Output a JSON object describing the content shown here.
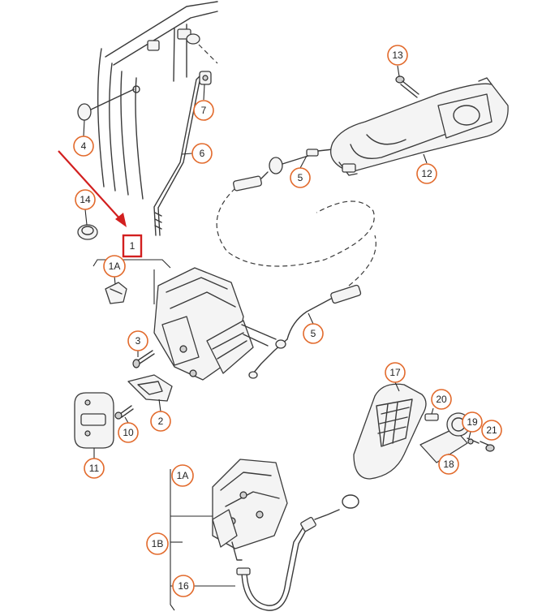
{
  "callouts": {
    "c1": "1",
    "c1a_top": "1A",
    "c1a_bottom": "1A",
    "c1b": "1B",
    "c2": "2",
    "c3": "3",
    "c4": "4",
    "c5_top": "5",
    "c5_mid": "5",
    "c6": "6",
    "c7": "7",
    "c10": "10",
    "c11": "11",
    "c12": "12",
    "c13": "13",
    "c14": "14",
    "c16": "16",
    "c17": "17",
    "c18": "18",
    "c19": "19",
    "c20": "20",
    "c21": "21"
  },
  "colors": {
    "callout_ring": "#e26a2c",
    "highlight": "#d21f1f",
    "line": "#3a3a3a"
  }
}
